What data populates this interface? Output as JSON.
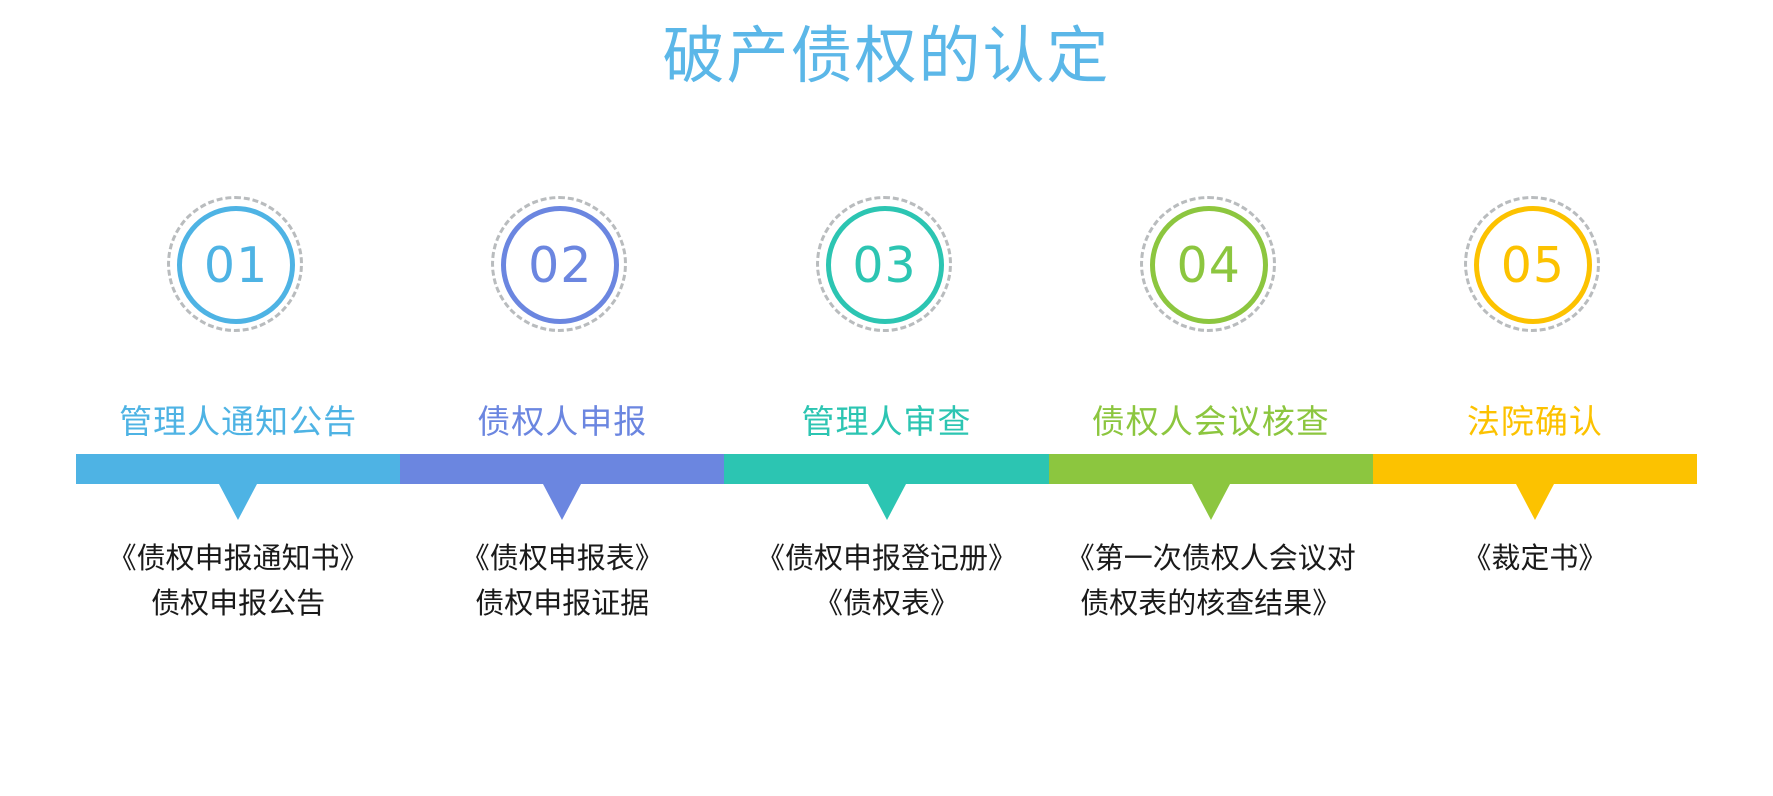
{
  "page": {
    "title": "破产债权的认定",
    "title_color": "#5bb7e8",
    "background": "#ffffff",
    "caption_text_color": "#1a1a1a",
    "dashed_ring_color": "#b9bcbe"
  },
  "steps": [
    {
      "number": "01",
      "label": "管理人通知公告",
      "color": "#4eb3e4",
      "caption_lines": [
        "《债权申报通知书》",
        "债权申报公告"
      ]
    },
    {
      "number": "02",
      "label": "债权人申报",
      "color": "#6b86e0",
      "caption_lines": [
        "《债权申报表》",
        "债权申报证据"
      ]
    },
    {
      "number": "03",
      "label": "管理人审查",
      "color": "#2cc5b2",
      "caption_lines": [
        "《债权申报登记册》",
        "《债权表》"
      ]
    },
    {
      "number": "04",
      "label": "债权人会议核查",
      "color": "#8cc63f",
      "caption_lines": [
        "《第一次债权人会议对",
        "债权表的核查结果》"
      ]
    },
    {
      "number": "05",
      "label": "法院确认",
      "color": "#fcc200",
      "caption_lines": [
        "《裁定书》",
        ""
      ]
    }
  ]
}
